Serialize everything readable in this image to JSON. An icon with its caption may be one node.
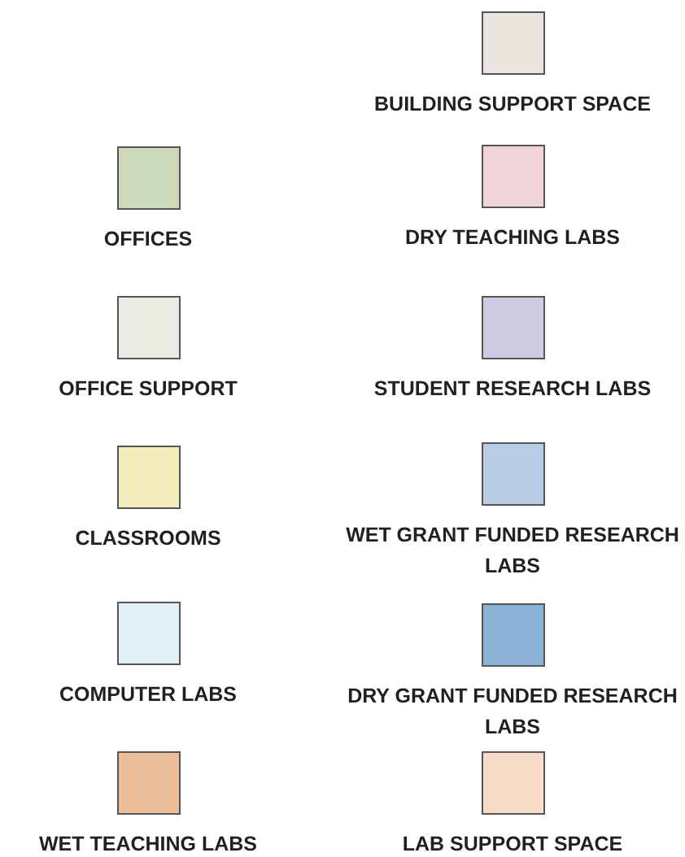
{
  "diagram": {
    "legend": [
      {
        "text": "BUILDING SUPPORT SPACE",
        "color": "#ebe5df"
      },
      {
        "text": "OFFICES",
        "color": "#cdd9bb"
      },
      {
        "text": "DRY TEACHING LABS",
        "color": "#efd5d9"
      },
      {
        "text": "OFFICE SUPPORT",
        "color": "#e9ede3"
      },
      {
        "text": "STUDENT RESEARCH LABS",
        "color": "#cfcbe2"
      },
      {
        "text": "CLASSROOMS",
        "color": "#f3ecbb"
      },
      {
        "text": "WET GRANT FUNDED RESEARCH LABS",
        "color": "#b8cde3"
      },
      {
        "text": "COMPUTER LABS",
        "color": "#e1f0f7"
      },
      {
        "text": "DRY GRANT FUNDED RESEARCH LABS",
        "color": "#8ab3d6"
      },
      {
        "text": "WET TEACHING LABS",
        "color": "#ecbd99"
      },
      {
        "text": "LAB SUPPORT SPACE",
        "color": "#f8dcca"
      }
    ]
  }
}
